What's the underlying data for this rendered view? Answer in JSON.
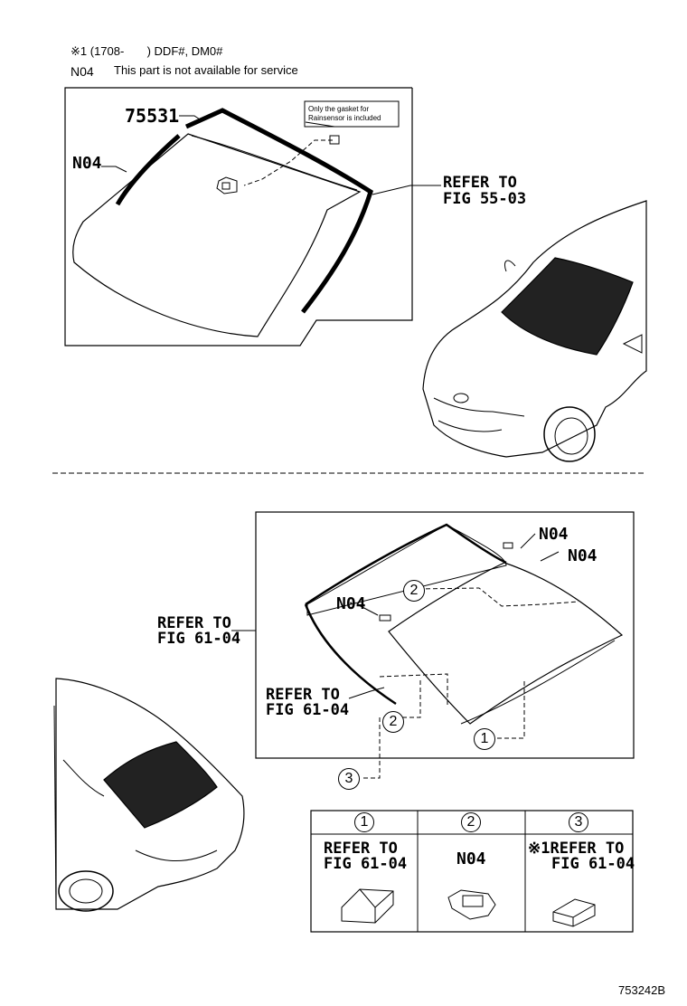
{
  "header": {
    "note1": "※1 (1708-       ) DDF#, DM0#",
    "note2_code": "N04",
    "note2_text": "This part is not available for service"
  },
  "upper": {
    "part_75531": "75531",
    "part_n04": "N04",
    "small_note": "Only the gasket for\nRainsensor is included",
    "refer_line1": "REFER TO",
    "refer_line2": "FIG 55-03"
  },
  "lower": {
    "left_refer_line1": "REFER TO",
    "left_refer_line2": "FIG 61-04",
    "inner_refer_line1": "REFER TO",
    "inner_refer_line2": "FIG 61-04",
    "n04_top": "N04",
    "n04_right": "N04",
    "n04_left": "N04",
    "callout_1": "1",
    "callout_2a": "2",
    "callout_2b": "2",
    "callout_3": "3"
  },
  "legend": {
    "col1_num": "1",
    "col2_num": "2",
    "col3_num": "3",
    "col1_line1": "REFER TO",
    "col1_line2": "FIG 61-04",
    "col2_text": "N04",
    "col3_line1": "※1REFER TO",
    "col3_line2": "FIG 61-04"
  },
  "figure_id": "753242B"
}
